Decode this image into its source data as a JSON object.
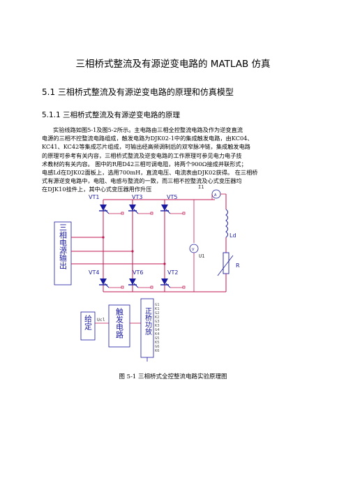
{
  "doc": {
    "title": "三相桥式整流及有源逆变电路的 MATLAB 仿真",
    "section_heading": "5.1  三相桥式整流及有源逆变电路的原理和仿真模型",
    "subsection_heading": "5.1.1 三相桥式整流及有源逆变电路的原理",
    "paragraph_lines": [
      "实验线路如图5-1及图5-2所示。主电路由三相全控整流电路及作为逆变直流",
      "电源的三相不控整流电路组成，触发电路为DJK02-1中的集成触发电路，由KC04、",
      "KC41、KC42等集成芯片组成，可输出经高频调制后的双窄脉冲链，集成触发电路",
      "的原理可参考有关内容，三相桥式整流及逆变电路的工作原理可参见电力电子技",
      "术教材的有关内容。  图中的R用D42三相可调电阻，将两个900Ω接成并联形式；",
      "电感Ld在DJK02面板上，选用700mH，直流电压、电流表由DJK02获得。 在三相桥",
      "式有源逆变电路中，电阻、电感与整流的一致，而三相不控整流及心式变压器均",
      "在DJK10挂件上，其中心式变压器用作升压"
    ],
    "caption": "图 5-1   三相桥式全控整流电路实验原理图"
  },
  "diagram": {
    "source_label": "三相电源输出",
    "thyristors": [
      "VT1",
      "VT3",
      "VT5",
      "VT4",
      "VT6",
      "VT2"
    ],
    "current_label": "I1",
    "current_meter": "A",
    "voltage_meter": "V",
    "voltage_label": "U1",
    "inductor_label": "Ld",
    "resistor_label": "R",
    "setpoint_box": "给定",
    "ucl_label": "Ucl",
    "trigger_box": "触发电路",
    "pulse_box": "正桥功放",
    "pulse_outputs": [
      "G1",
      "K1",
      "G2",
      "K2",
      "G3",
      "K3",
      "G4",
      "K4",
      "G5",
      "K5",
      "G6",
      "K6"
    ]
  }
}
